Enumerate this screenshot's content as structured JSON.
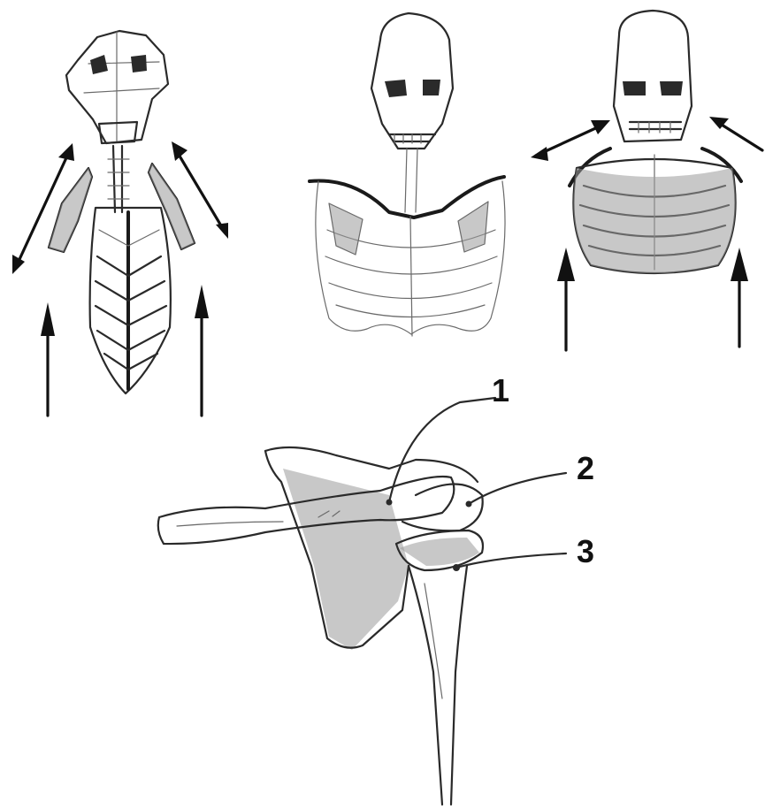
{
  "labels": {
    "one": "1",
    "two": "2",
    "three": "3"
  },
  "figures": [
    "animal-skeleton-sketch",
    "human-torso-front-sketch",
    "human-torso-shrugged-sketch",
    "shoulder-joint-sketch"
  ],
  "colors": {
    "ink": "#1a1a1a",
    "paper": "#ffffff",
    "shade": "#9a9a9a"
  }
}
